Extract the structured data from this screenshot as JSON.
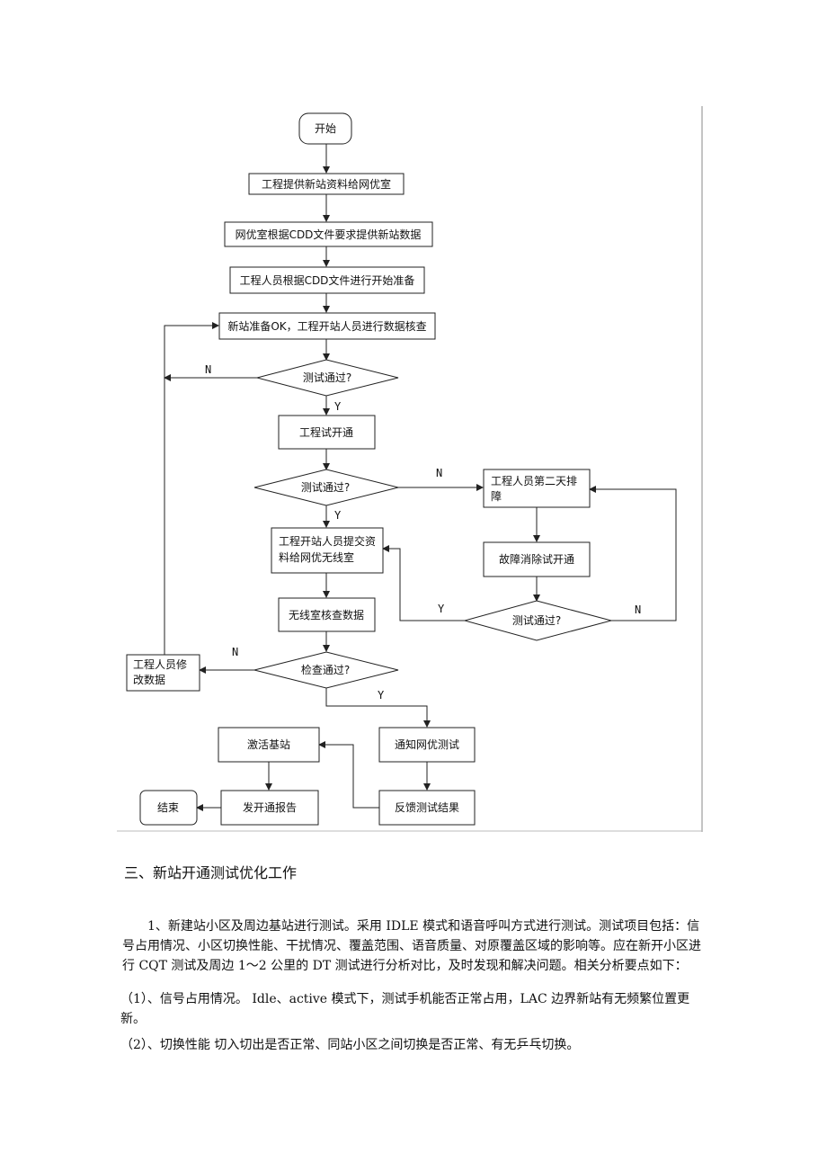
{
  "flowchart": {
    "start": "开始",
    "step1": "工程提供新站资料给网优室",
    "step2": "网优室根据CDD文件要求提供新站数据",
    "step3": "工程人员根据CDD文件进行开始准备",
    "step4": "新站准备OK，工程开站人员进行数据核查",
    "decision1": "测试通过?",
    "step5": "工程试开通",
    "decision2": "测试通过?",
    "repair_line1": "工程人员第二天排",
    "repair_line2": "障",
    "fault_cleared": "故障消除试开通",
    "decision3": "测试通过?",
    "submit_line1": "工程开站人员提交资",
    "submit_line2": "料给网优无线室",
    "wireless_check": "无线室核查数据",
    "decision4": "检查通过?",
    "modify_line1": "工程人员修",
    "modify_line2": "改数据",
    "notify": "通知网优测试",
    "activate": "激活基站",
    "feedback": "反馈测试结果",
    "report": "发开通报告",
    "end": "结束",
    "yes": "Y",
    "no": "N"
  },
  "section_heading": "三、新站开通测试优化工作",
  "paragraphs": {
    "p1": "1、新建站小区及周边基站进行测试。采用 IDLE 模式和语音呼叫方式进行测试。测试项目包括：信号占用情况、小区切换性能、干扰情况、覆盖范围、语音质量、对原覆盖区域的影响等。应在新开小区进行 CQT 测试及周边 1～2 公里的 DT 测试进行分析对比，及时发现和解决问题。相关分析要点如下：",
    "p2": "（1）、信号占用情况。 Idle、active 模式下，测试手机能否正常占用，LAC 边界新站有无频繁位置更新。",
    "p3": "（2）、切换性能 切入切出是否正常、同站小区之间切换是否正常、有无乒乓切换。"
  }
}
